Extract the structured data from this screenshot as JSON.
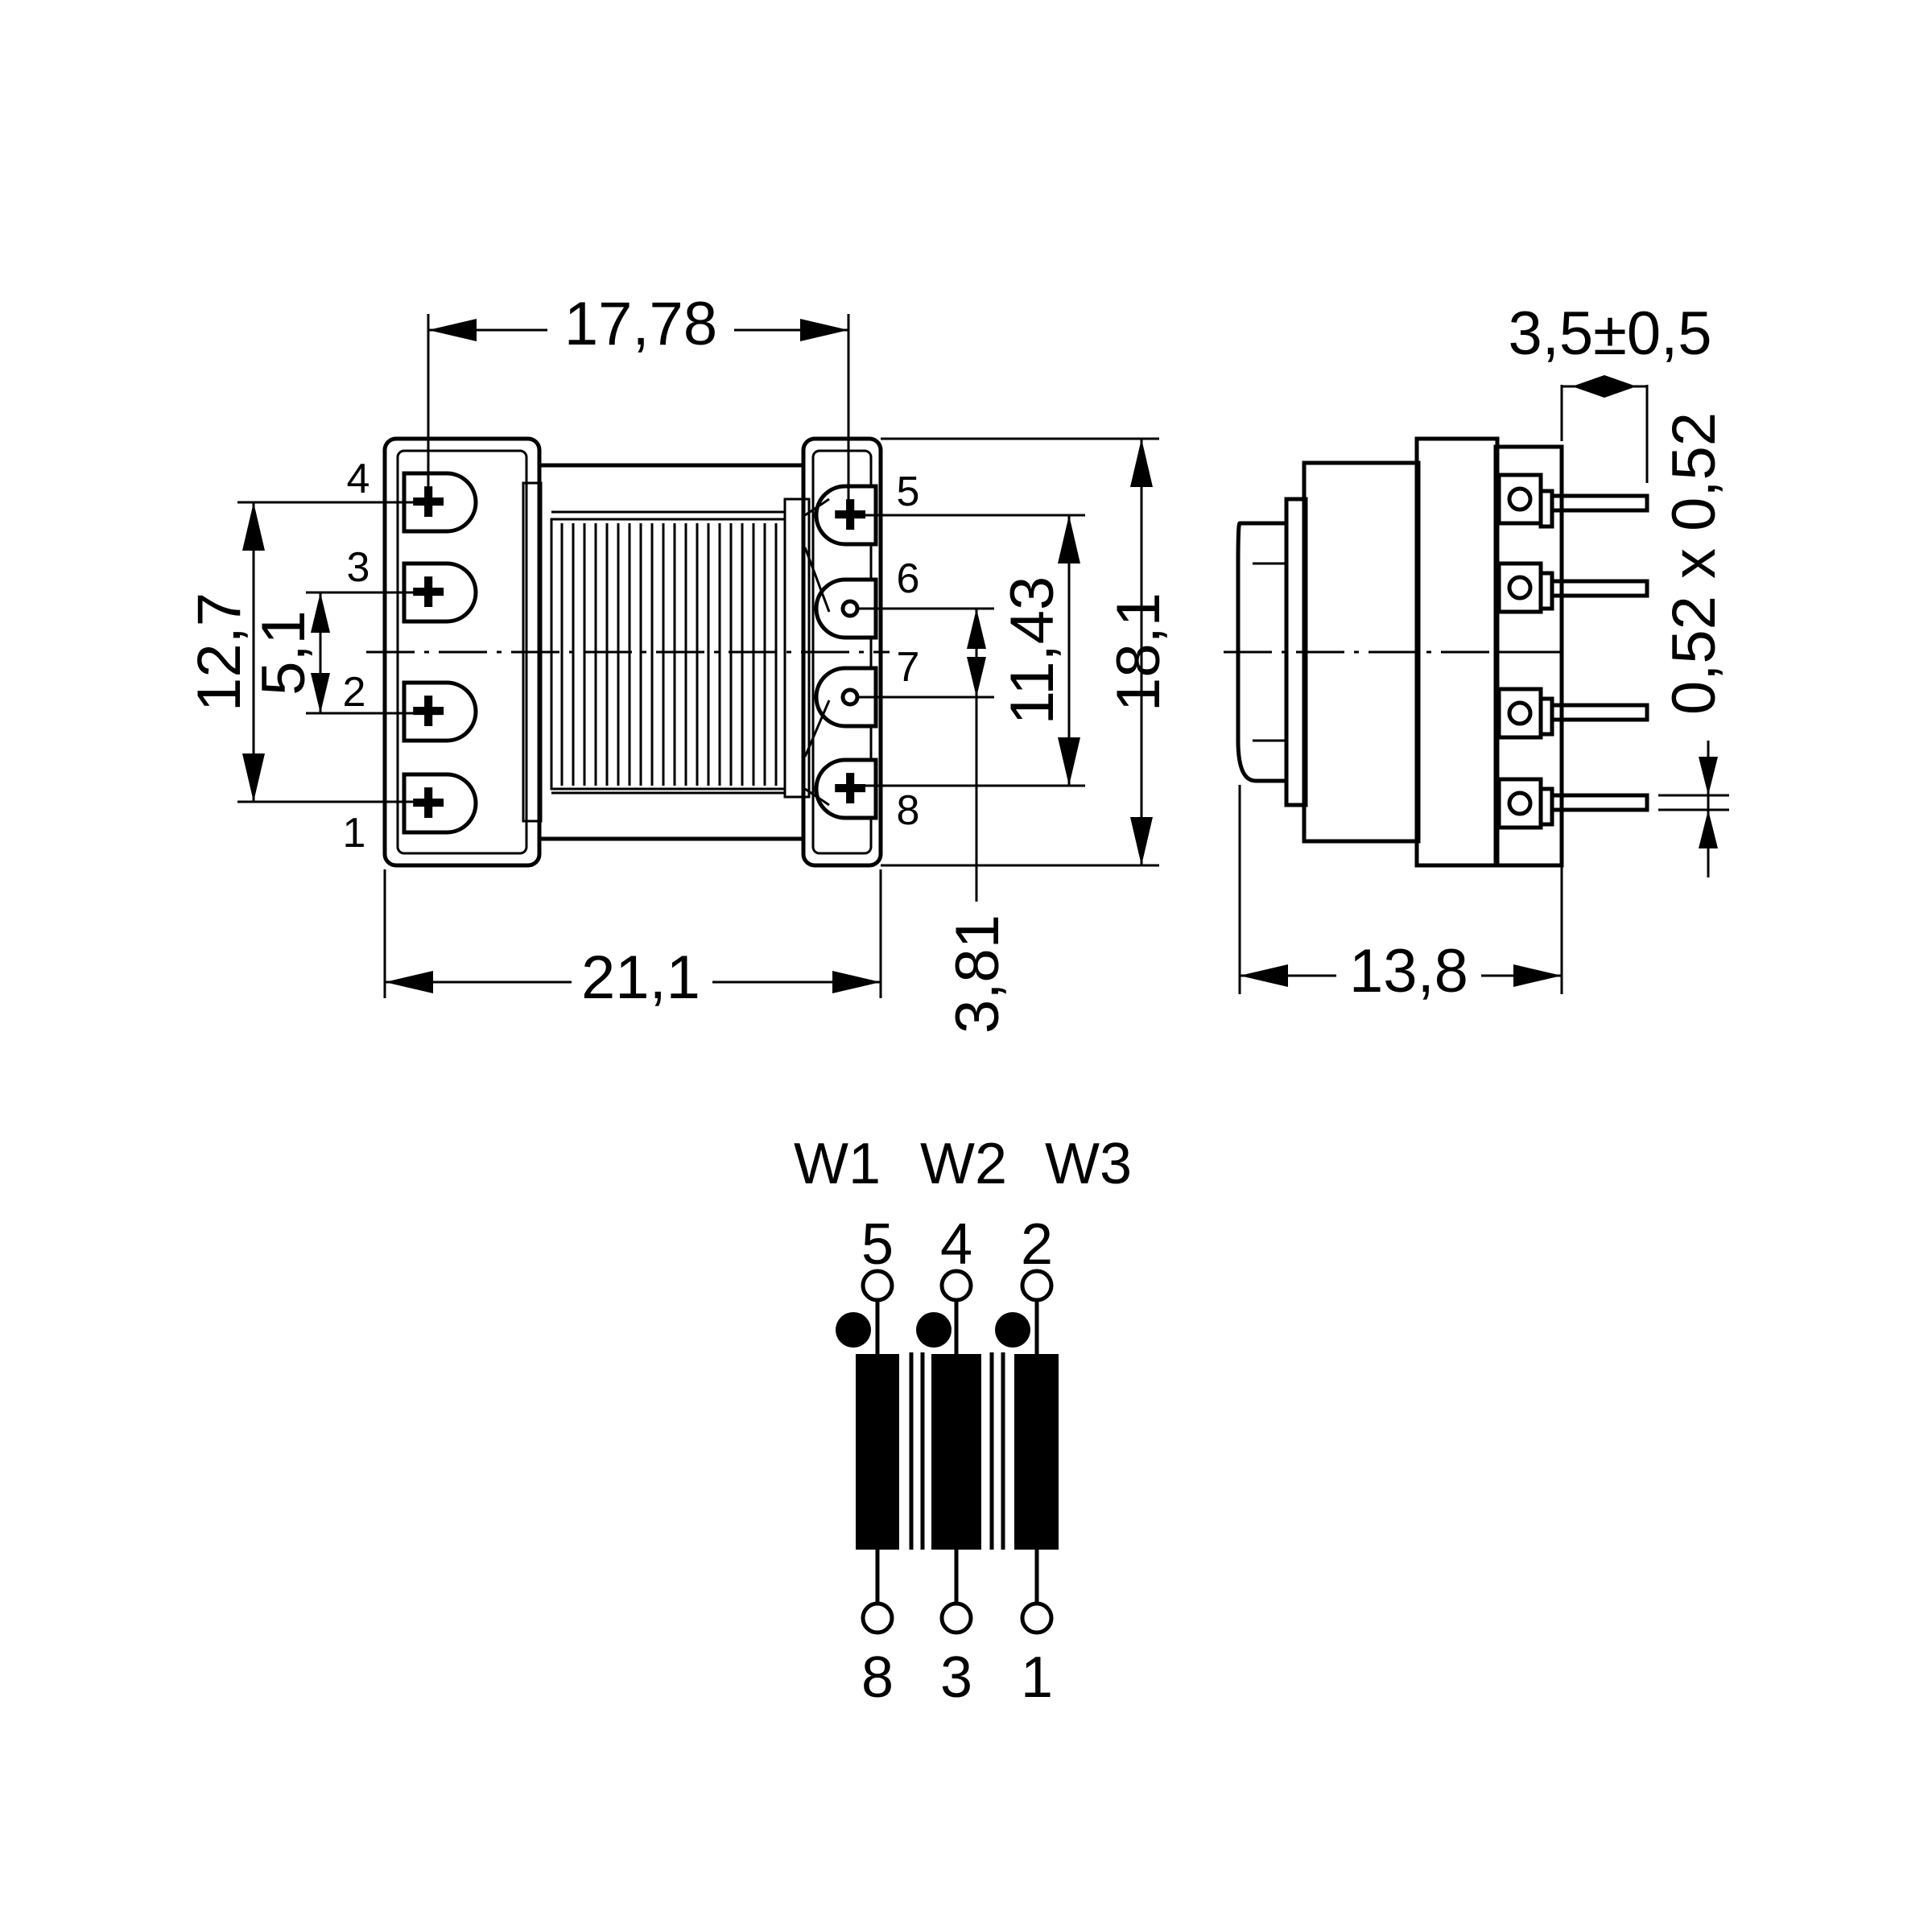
{
  "colors": {
    "ink": "#000000",
    "paper": "#ffffff"
  },
  "dimensions": {
    "pin_span_top": "17,78",
    "body_width": "21,1",
    "left_pin_span": "12,7",
    "left_inner_span": "5,1",
    "right_pin_span": "11,43",
    "right_inner_span": "3,81",
    "overall_height": "18,1",
    "side_depth": "13,8",
    "lead_length": "3,5±0,5",
    "lead_section": "0,52 x 0,52"
  },
  "pins": {
    "left": [
      "4",
      "3",
      "2",
      "1"
    ],
    "right": [
      "5",
      "6",
      "7",
      "8"
    ]
  },
  "schematic": {
    "windings": [
      {
        "label": "W1",
        "top_pin": "5",
        "bottom_pin": "8"
      },
      {
        "label": "W2",
        "top_pin": "4",
        "bottom_pin": "3"
      },
      {
        "label": "W3",
        "top_pin": "2",
        "bottom_pin": "1"
      }
    ]
  }
}
